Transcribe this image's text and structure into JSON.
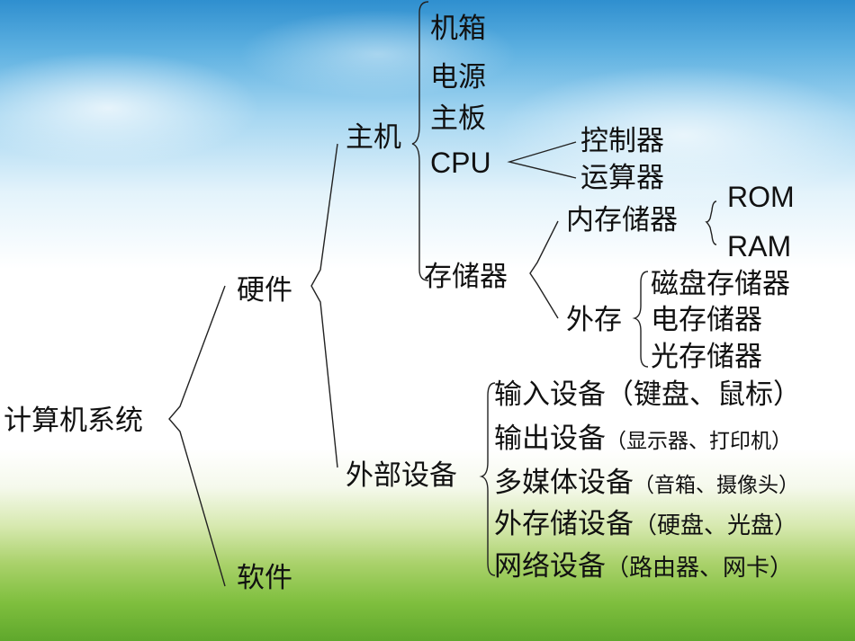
{
  "root": "计算机系统",
  "hardware": "硬件",
  "software": "软件",
  "host": "主机",
  "host_items": {
    "case": "机箱",
    "power": "电源",
    "motherboard": "主板",
    "cpu": "CPU"
  },
  "cpu_items": {
    "controller": "控制器",
    "alu": "运算器"
  },
  "storage": "存储器",
  "storage_items": {
    "internal": "内存储器",
    "external": "外存"
  },
  "internal_items": {
    "rom": "ROM",
    "ram": "RAM"
  },
  "external_items": {
    "disk": "磁盘存储器",
    "electric": "电存储器",
    "optical": "光存储器"
  },
  "peripherals": "外部设备",
  "peripheral_items": [
    {
      "name": "输入设备",
      "detail": "（键盘、鼠标）",
      "detail_small": false
    },
    {
      "name": "输出设备",
      "detail": "（显示器、打印机）",
      "detail_small": true
    },
    {
      "name": "多媒体设备",
      "detail": "（音箱、摄像头）",
      "detail_small": true
    },
    {
      "name": "外存储设备",
      "detail": "（硬盘、光盘）",
      "detail_small": false
    },
    {
      "name": "网络设备",
      "detail": "（路由器、网卡）",
      "detail_small": false
    }
  ]
}
